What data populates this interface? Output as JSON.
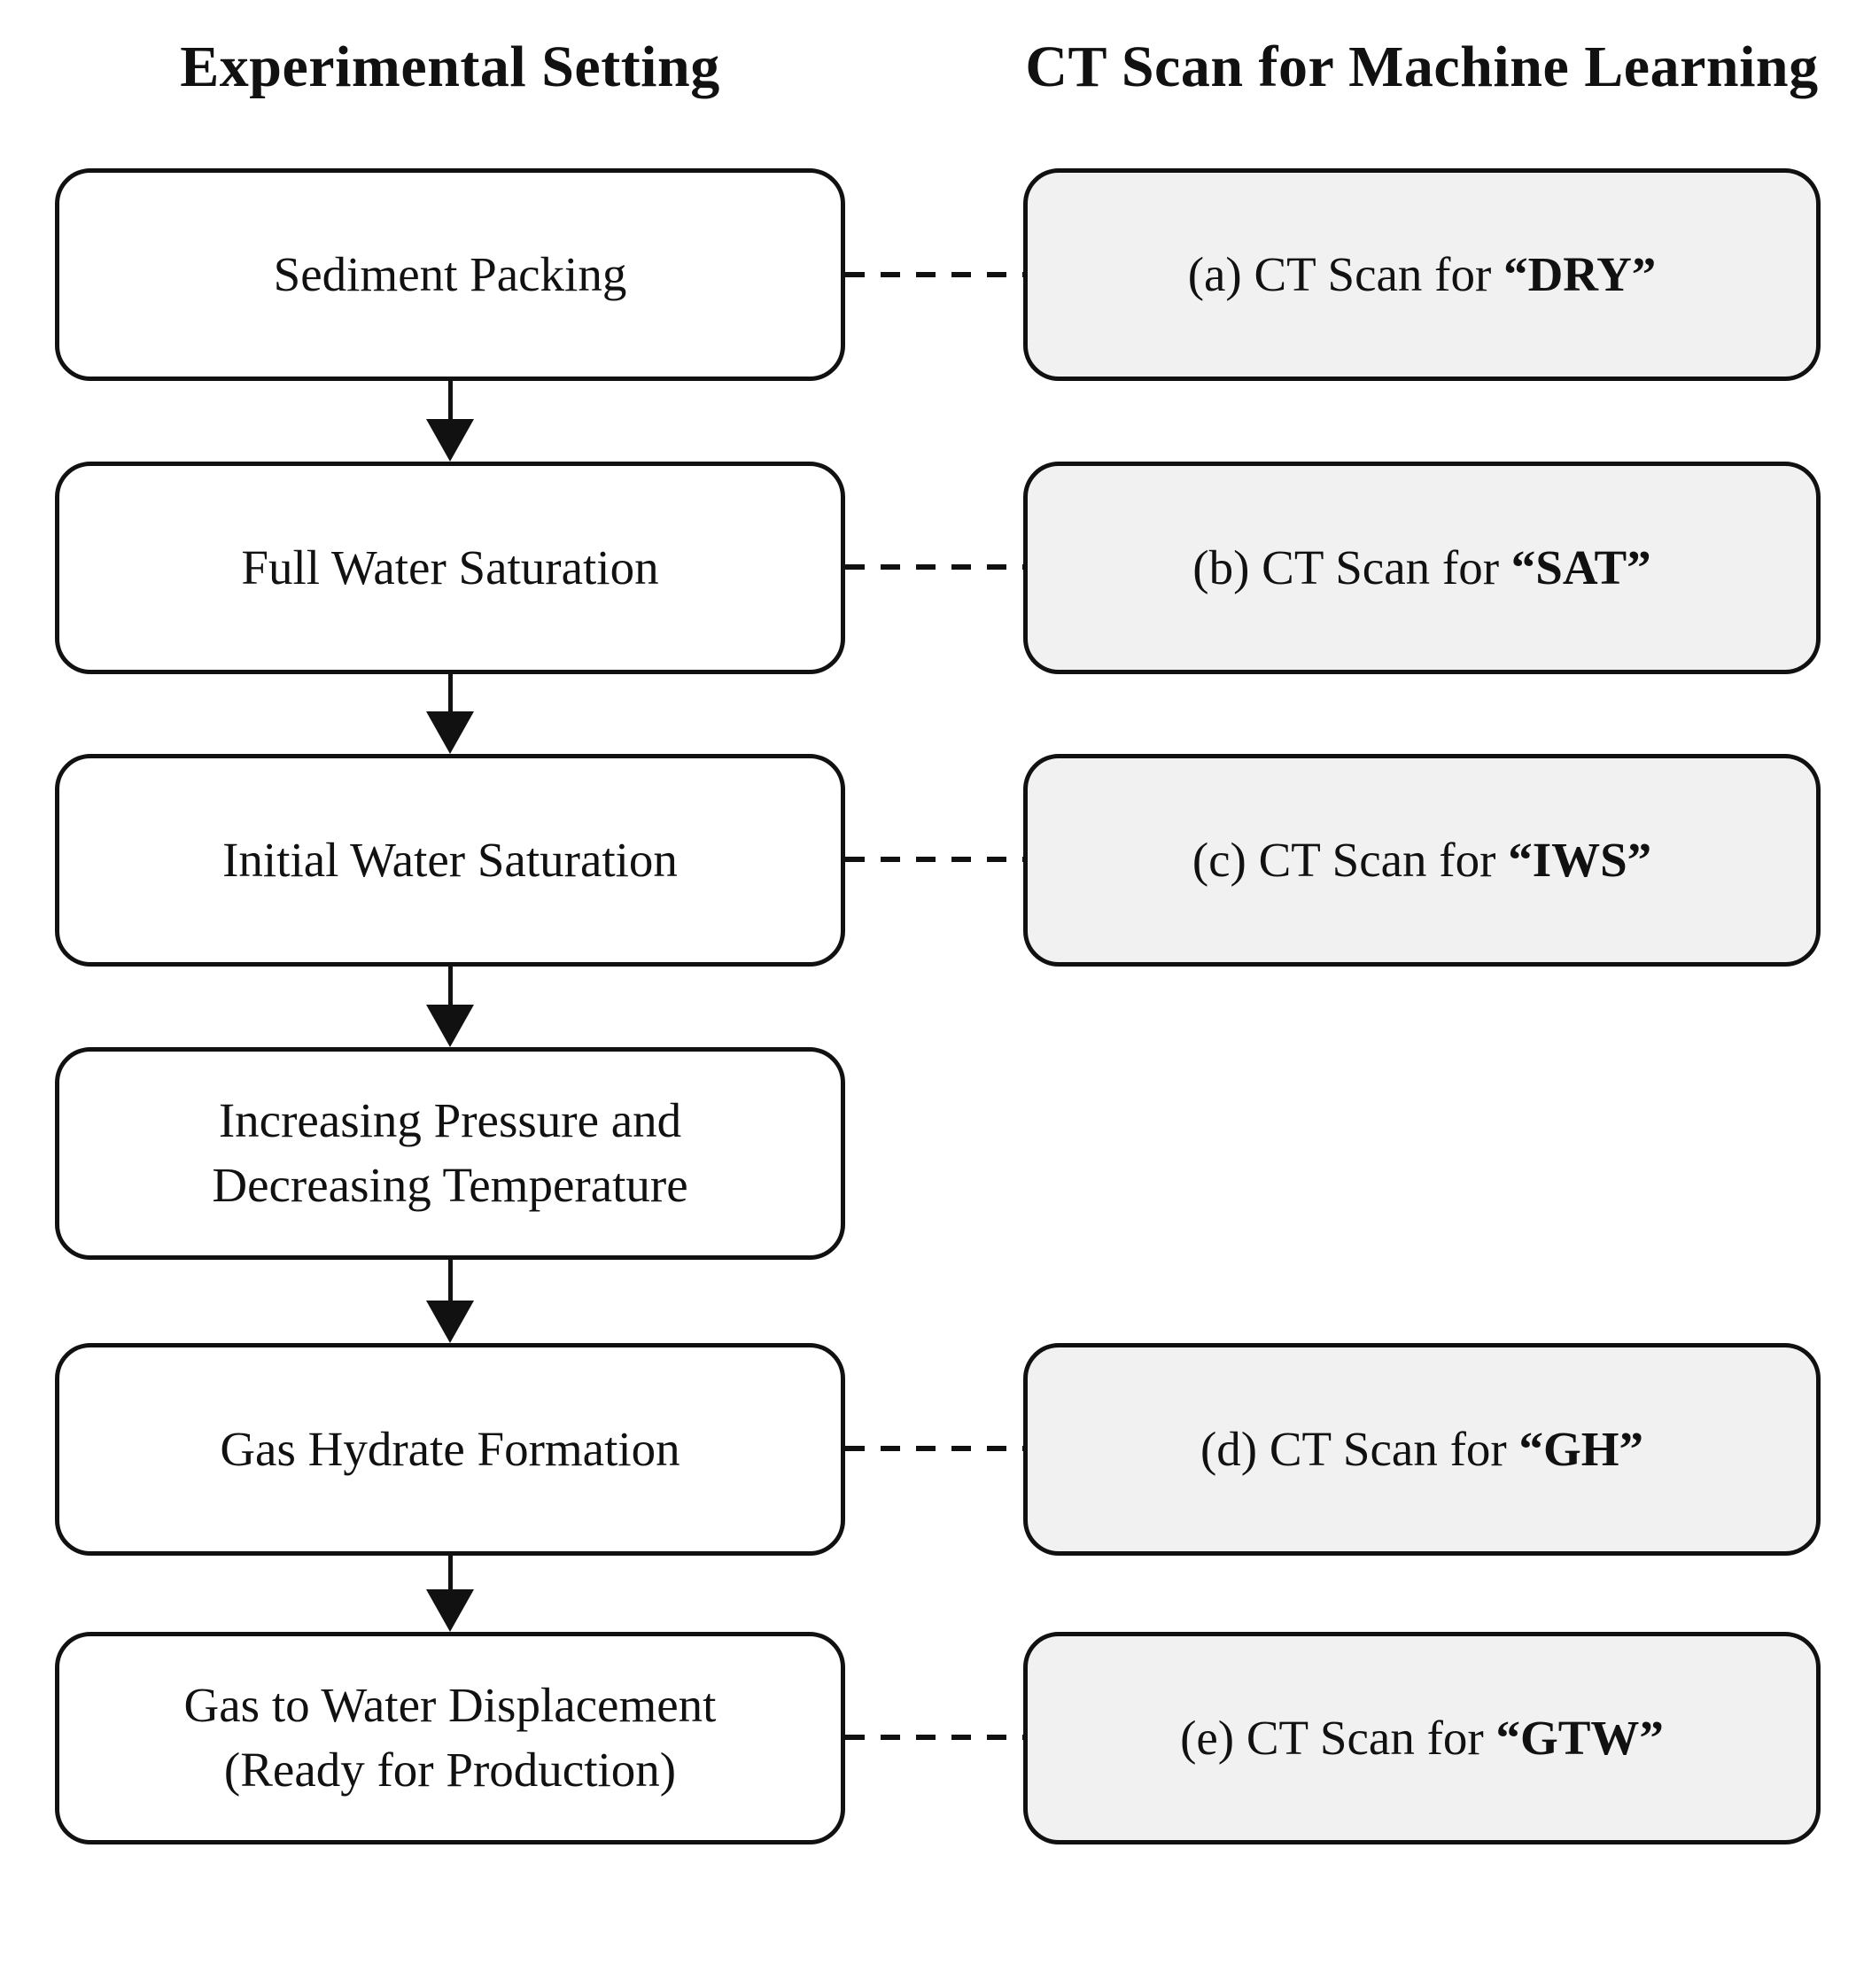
{
  "headers": {
    "left": "Experimental Setting",
    "right": "CT Scan for Machine Learning"
  },
  "left_column": {
    "boxes": [
      {
        "label": "Sediment Packing"
      },
      {
        "label": "Full Water Saturation"
      },
      {
        "label": "Initial Water Saturation"
      },
      {
        "label": "Increasing Pressure and\nDecreasing Temperature"
      },
      {
        "label": "Gas Hydrate Formation"
      },
      {
        "label": "Gas to Water Displacement\n(Ready for Production)"
      }
    ]
  },
  "right_column": {
    "boxes": [
      {
        "prefix": "(a) CT Scan for ",
        "bold": "“DRY”"
      },
      {
        "prefix": "(b) CT Scan for ",
        "bold": "“SAT”"
      },
      {
        "prefix": "(c) CT Scan for ",
        "bold": "“IWS”"
      },
      {
        "prefix": "(d) CT Scan for ",
        "bold": "“GH”"
      },
      {
        "prefix": "(e) CT Scan for ",
        "bold": "“GTW”"
      }
    ]
  },
  "colors": {
    "background": "#ffffff",
    "box_border": "#111111",
    "left_box_fill": "#ffffff",
    "right_box_fill": "#f1f1f1"
  }
}
